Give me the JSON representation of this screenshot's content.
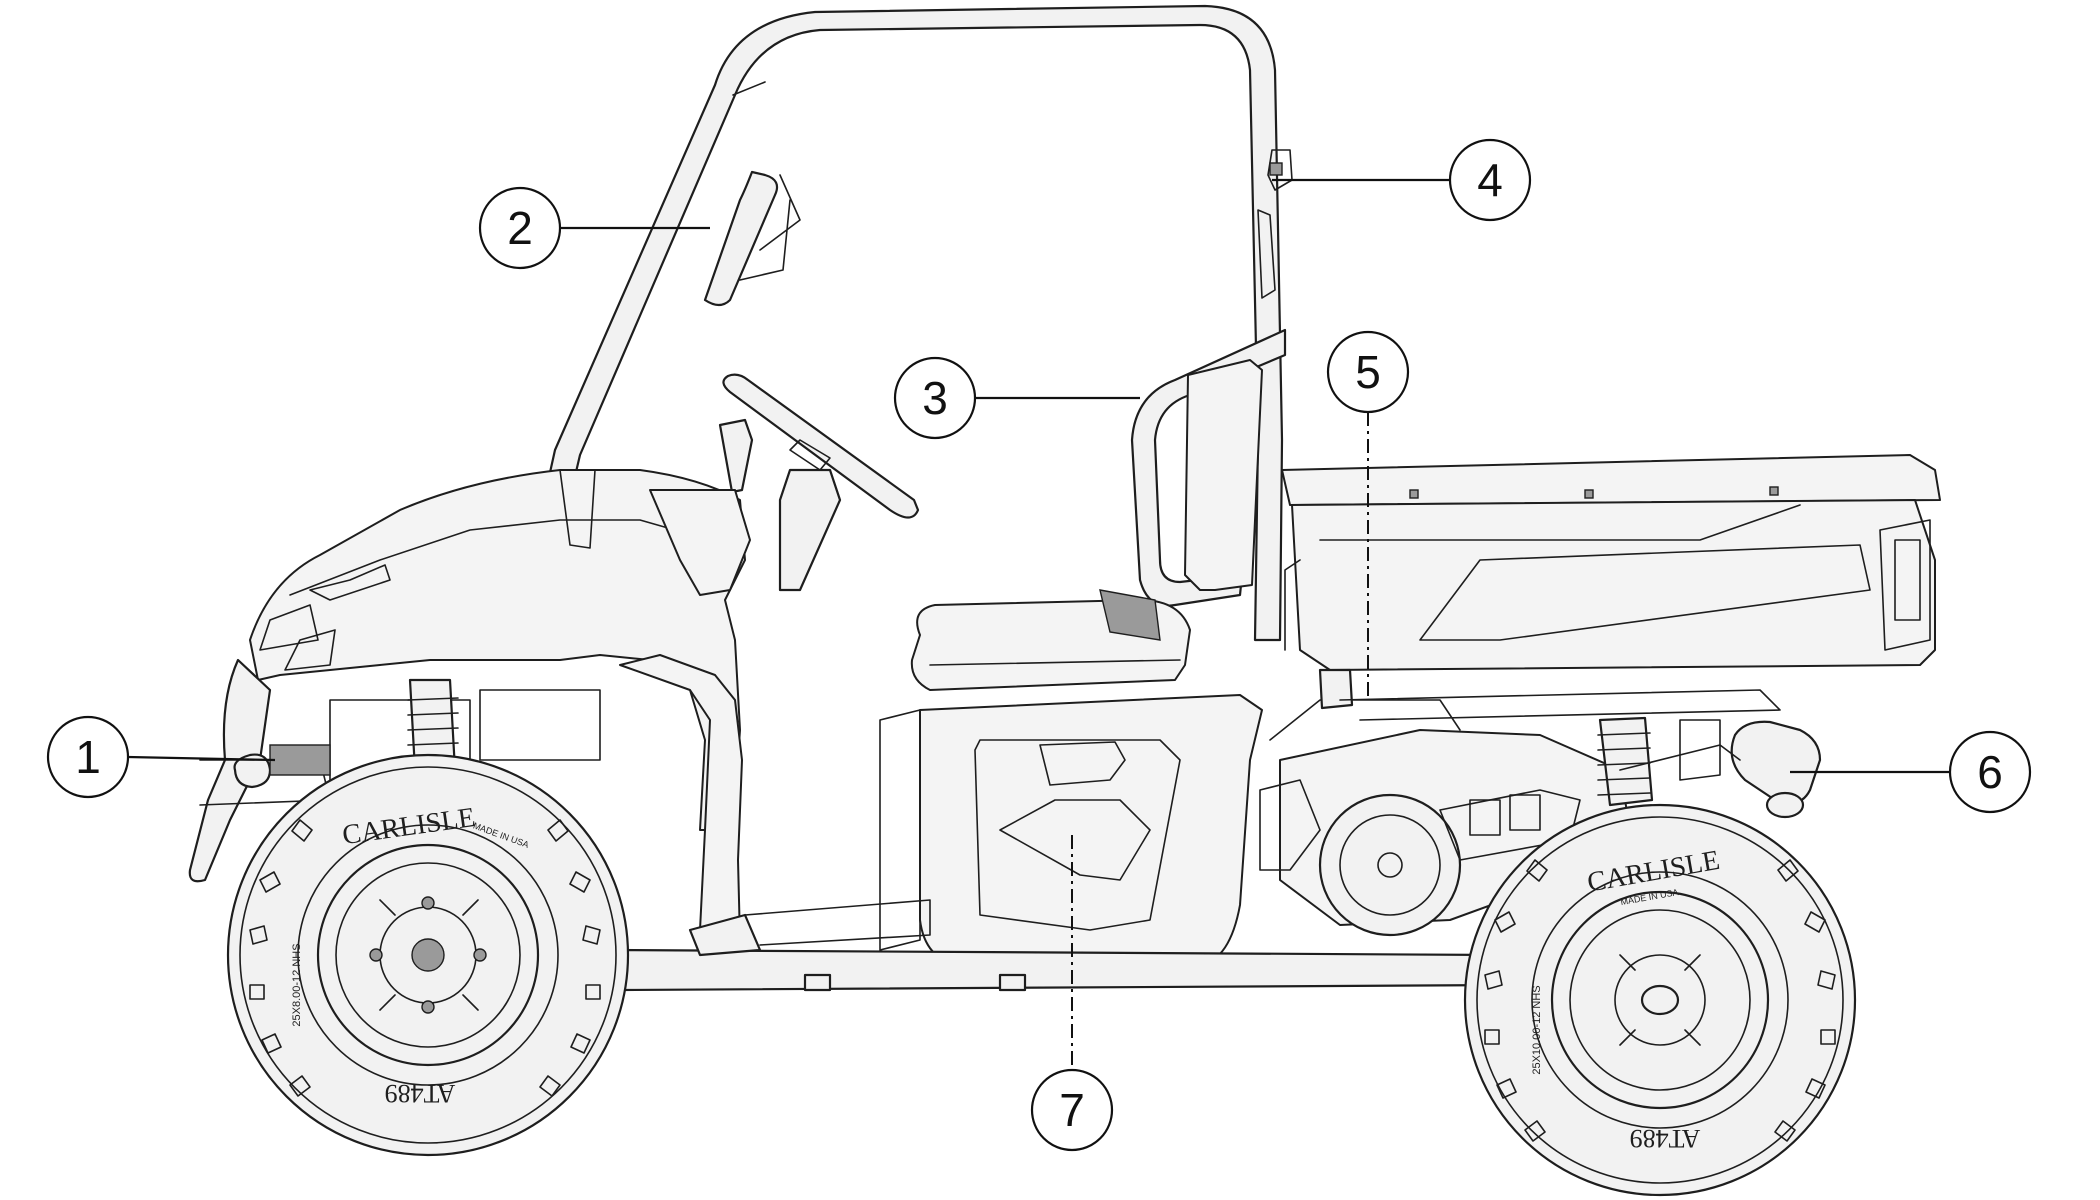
{
  "callouts": [
    {
      "id": "1",
      "label": "1"
    },
    {
      "id": "2",
      "label": "2"
    },
    {
      "id": "3",
      "label": "3"
    },
    {
      "id": "4",
      "label": "4"
    },
    {
      "id": "5",
      "label": "5"
    },
    {
      "id": "6",
      "label": "6"
    },
    {
      "id": "7",
      "label": "7"
    }
  ],
  "tires": {
    "brand": "CARLISLE",
    "origin": "MADE IN USA",
    "model": "AT489",
    "size_front": "25X8.00-12 NHS",
    "size_rear": "25X10.00-12 NHS"
  },
  "colors": {
    "line": "#1e1e1e",
    "fill": "#f4f4f4",
    "background": "#ffffff"
  }
}
